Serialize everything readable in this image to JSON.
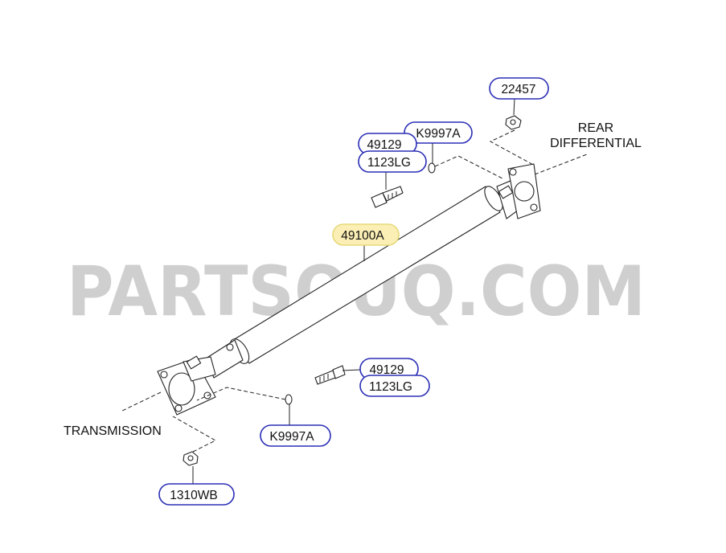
{
  "watermark": "PARTSOUQ.COM",
  "labels": {
    "rear_line1": "REAR",
    "rear_line2": "DIFFERENTIAL",
    "transmission": "TRANSMISSION"
  },
  "callouts": [
    {
      "id": "22457",
      "text": "22457"
    },
    {
      "id": "k9997a-top",
      "text": "K9997A"
    },
    {
      "id": "49129-top",
      "text": "49129"
    },
    {
      "id": "1123lg-top",
      "text": "1123LG"
    },
    {
      "id": "49100a",
      "text": "49100A"
    },
    {
      "id": "49129-bottom",
      "text": "49129"
    },
    {
      "id": "1123lg-bottom",
      "text": "1123LG"
    },
    {
      "id": "k9997a-bottom",
      "text": "K9997A"
    },
    {
      "id": "1310wb",
      "text": "1310WB"
    }
  ],
  "colors": {
    "callout_border": "#2b2fb5",
    "highlight_fill": "#fbefb5",
    "watermark": "#cfcfcf"
  }
}
